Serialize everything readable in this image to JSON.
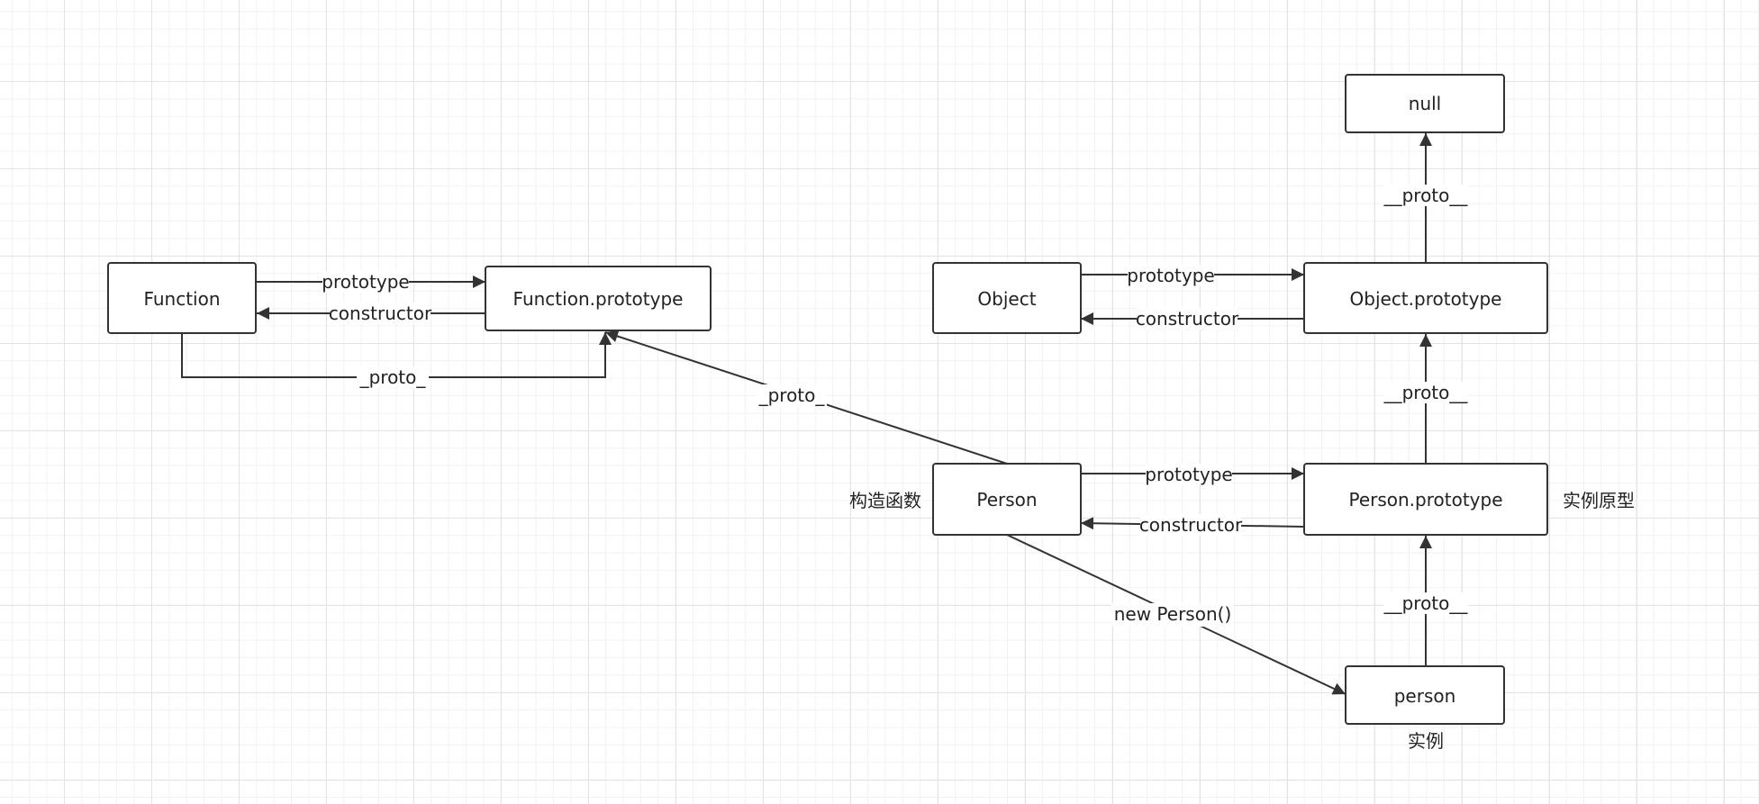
{
  "nodes": {
    "function": "Function",
    "function_prototype": "Function.prototype",
    "object": "Object",
    "object_prototype": "Object.prototype",
    "null": "null",
    "person": "Person",
    "person_prototype": "Person.prototype",
    "person_instance": "person"
  },
  "edges": {
    "function_prototype": "prototype",
    "function_constructor": "constructor",
    "function_proto": "_proto_",
    "person_to_function_proto": "_proto_",
    "object_prototype": "prototype",
    "object_constructor": "constructor",
    "object_prototype_to_null": "__proto__",
    "person_prototype_to_object_prototype": "__proto__",
    "person_prototype": "prototype",
    "person_constructor": "constructor",
    "new_person": "new Person()",
    "instance_proto": "__proto__"
  },
  "annotations": {
    "constructor_fn": "构造函数",
    "instance_prototype": "实例原型",
    "instance": "实例"
  },
  "colors": {
    "stroke": "#333333",
    "grid_major": "#e4e4e4",
    "grid_minor": "#f2f2f2"
  }
}
